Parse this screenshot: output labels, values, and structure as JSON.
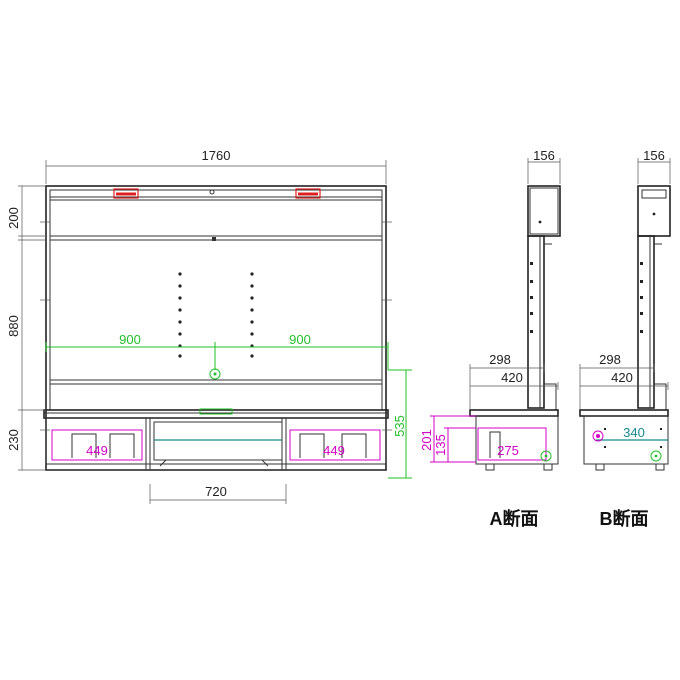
{
  "front": {
    "width_total": "1760",
    "height_top": "200",
    "height_panel": "880",
    "height_base": "230",
    "height_right": "535",
    "panel_half_left": "900",
    "panel_half_right": "900",
    "drawer_left": "449",
    "drawer_right": "449",
    "center_opening": "720"
  },
  "section_a": {
    "caption": "A断面",
    "depth_top": "156",
    "depth_shelf": "298",
    "depth_base": "420",
    "inner_depth": "275",
    "inner_height_outer": "201",
    "inner_height": "135"
  },
  "section_b": {
    "caption": "B断面",
    "depth_top": "156",
    "depth_shelf": "298",
    "depth_base": "420",
    "inner_depth": "340"
  },
  "colors": {
    "green": "#22c02a",
    "magenta": "#d400c8",
    "teal": "#138a8a",
    "red": "#e02020"
  }
}
